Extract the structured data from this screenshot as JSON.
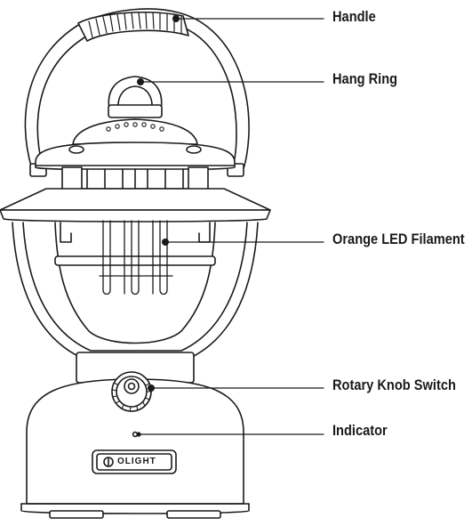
{
  "callouts": [
    {
      "id": "handle",
      "label": "Handle"
    },
    {
      "id": "hang-ring",
      "label": "Hang Ring"
    },
    {
      "id": "led-filament",
      "label": "Orange LED Filament"
    },
    {
      "id": "rotary-knob",
      "label": "Rotary Knob Switch"
    },
    {
      "id": "indicator",
      "label": "Indicator"
    }
  ],
  "logo_text": "OLIGHT",
  "colors": {
    "line": "#1a1a1a",
    "background": "#ffffff"
  }
}
